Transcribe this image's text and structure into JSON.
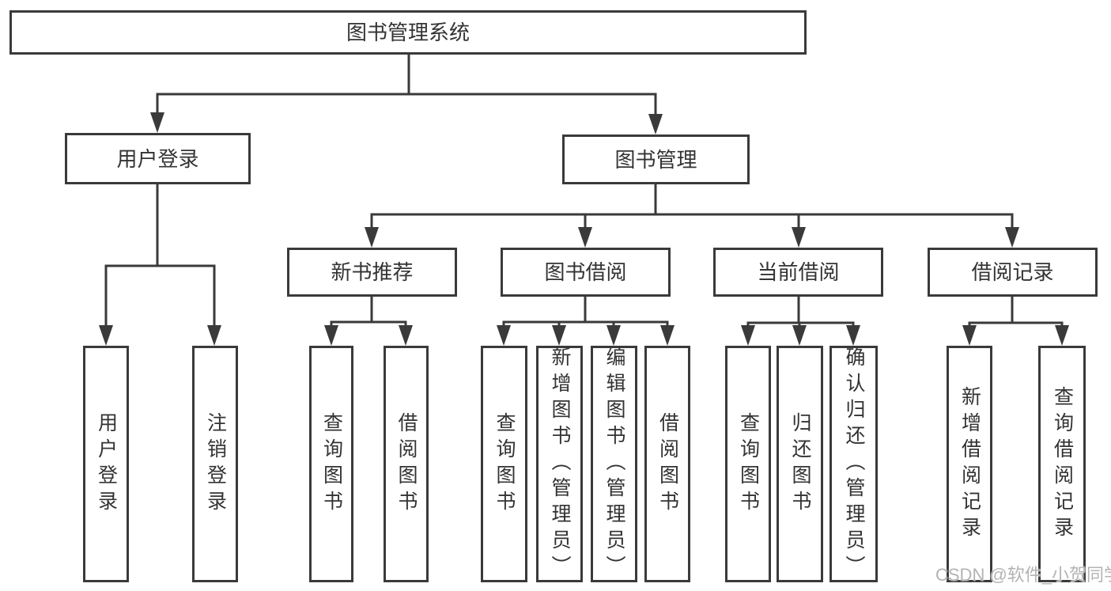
{
  "diagram_title": "图书管理系统",
  "tree": {
    "label": "图书管理系统",
    "children": [
      {
        "label": "用户登录",
        "children": [
          {
            "label": "用户登录"
          },
          {
            "label": "注销登录"
          }
        ]
      },
      {
        "label": "图书管理",
        "children": [
          {
            "label": "新书推荐",
            "children": [
              {
                "label": "查询图书"
              },
              {
                "label": "借阅图书"
              }
            ]
          },
          {
            "label": "图书借阅",
            "children": [
              {
                "label": "查询图书"
              },
              {
                "label": "新增图书（管理员）"
              },
              {
                "label": "编辑图书（管理员）"
              },
              {
                "label": "借阅图书"
              }
            ]
          },
          {
            "label": "当前借阅",
            "children": [
              {
                "label": "查询图书"
              },
              {
                "label": "归还图书"
              },
              {
                "label": "确认归还（管理员）"
              }
            ]
          },
          {
            "label": "借阅记录",
            "children": [
              {
                "label": "新增借阅记录"
              },
              {
                "label": "查询借阅记录"
              }
            ]
          }
        ]
      }
    ]
  },
  "watermark": {
    "text": "CSDN @软件_小贺同学"
  },
  "colors": {
    "line": "#3a3a3a",
    "box_border": "#3a3a3a",
    "text": "#333333",
    "watermark": "#b3b3b3",
    "background": "#ffffff"
  }
}
